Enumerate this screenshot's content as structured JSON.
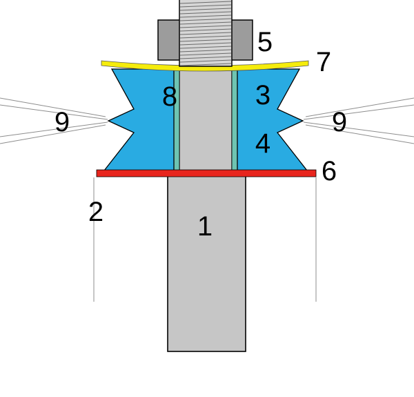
{
  "diagram": {
    "kind": "cross-section of a bolted insulator / bushing assembly",
    "background": "#ffffff",
    "colors": {
      "column": "#c6c6c6",
      "rod": "#d6d6d6",
      "nut": "#9c9c9c",
      "shed": "#29abe2",
      "liner": "#6ec4b2",
      "washer": "#f5ec0c",
      "gasket": "#e8251d",
      "outline": "#000000",
      "guide": "#8c8c8c"
    },
    "labels": {
      "shaft": "1",
      "guide": "2",
      "shed_upper_right": "3",
      "shed_lower_right": "4",
      "nut": "5",
      "gasket": "6",
      "washer": "7",
      "shed_upper_left": "8",
      "interface_left": "9",
      "interface_right": "9"
    }
  }
}
